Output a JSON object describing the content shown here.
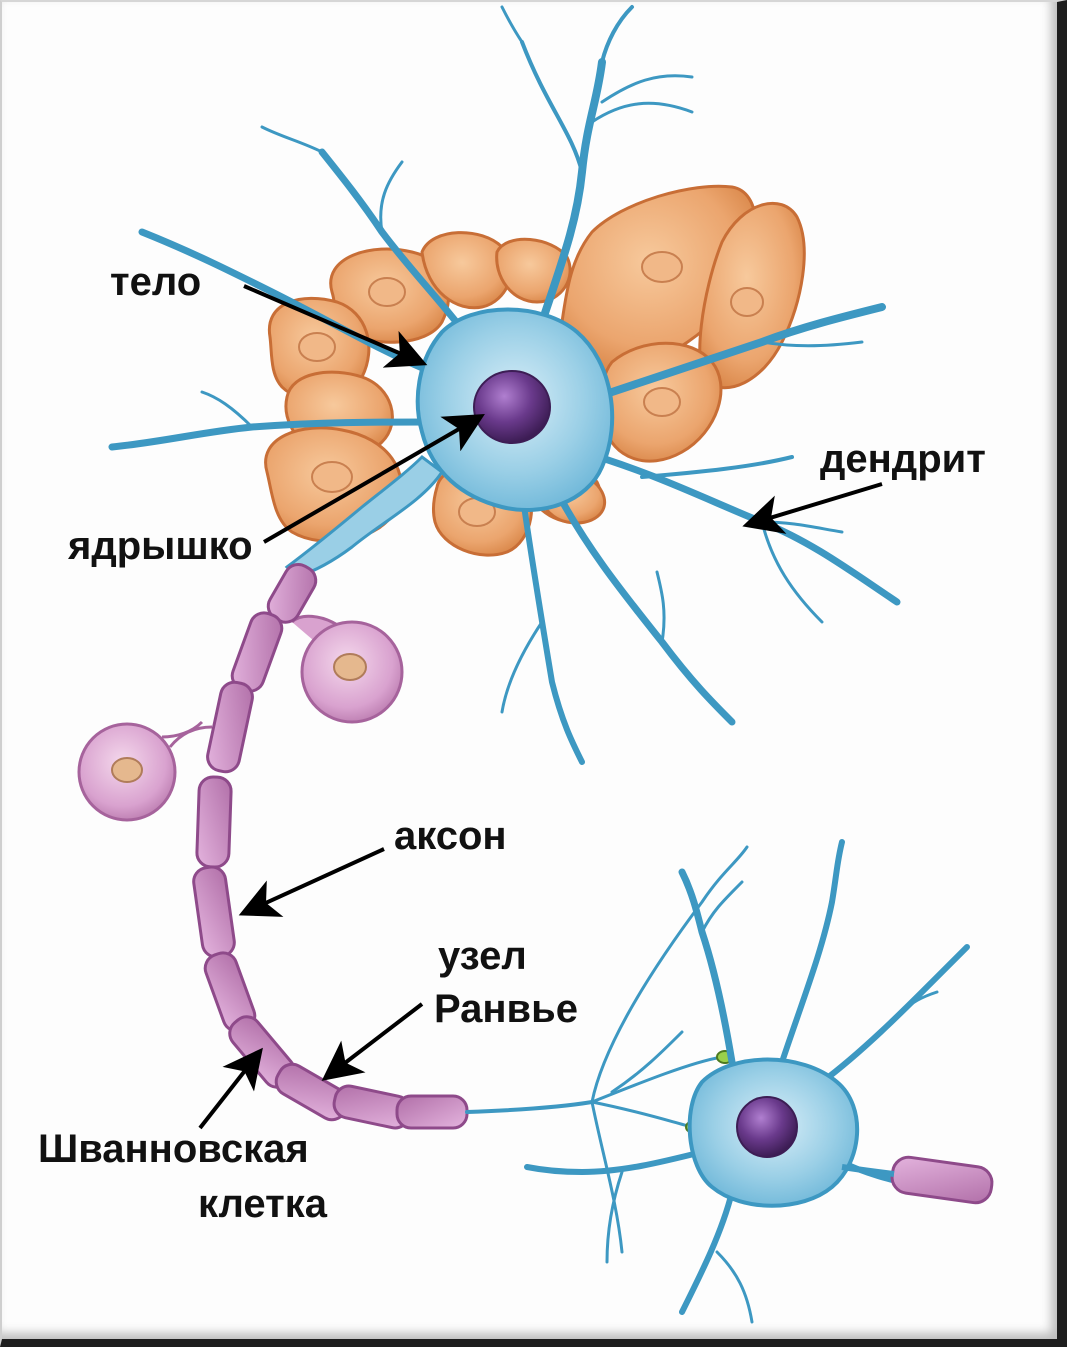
{
  "labels": {
    "body": "тело",
    "nucleolus": "ядрышко",
    "dendrite": "дендрит",
    "axon": "аксон",
    "node_line1": "узел",
    "node_line2": "Ранвье",
    "schwann_line1": "Шванновская",
    "schwann_line2": "клетка"
  },
  "colors": {
    "neuron": "#8fc7e0",
    "neuron_outline": "#3d98c2",
    "glia": "#eba56e",
    "glia_outline": "#c86e36",
    "myelin": "#cf8fc8",
    "myelin_outline": "#8e4a8a",
    "nucleus": "#5a2e78",
    "arrow": "#000000"
  }
}
